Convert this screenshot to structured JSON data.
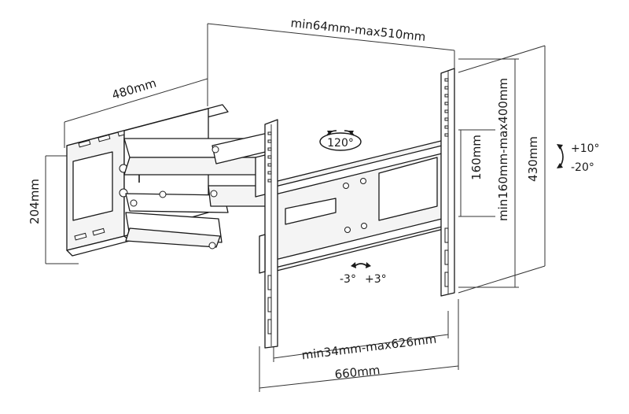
{
  "diagram": {
    "labels": {
      "wall_plate_width": "480mm",
      "wall_plate_height": "204mm",
      "extension": "min64mm-max510mm",
      "swivel": "120°",
      "vesa_vertical_spacing": "160mm",
      "vesa_vertical_range": "min160mm-max400mm",
      "bracket_height": "430mm",
      "tilt_up": "+10°",
      "tilt_down": "-20°",
      "rotation_neg": "-3°",
      "rotation_pos": "+3°",
      "vesa_horizontal_range": "min34mm-max626mm",
      "bracket_width": "660mm"
    }
  }
}
